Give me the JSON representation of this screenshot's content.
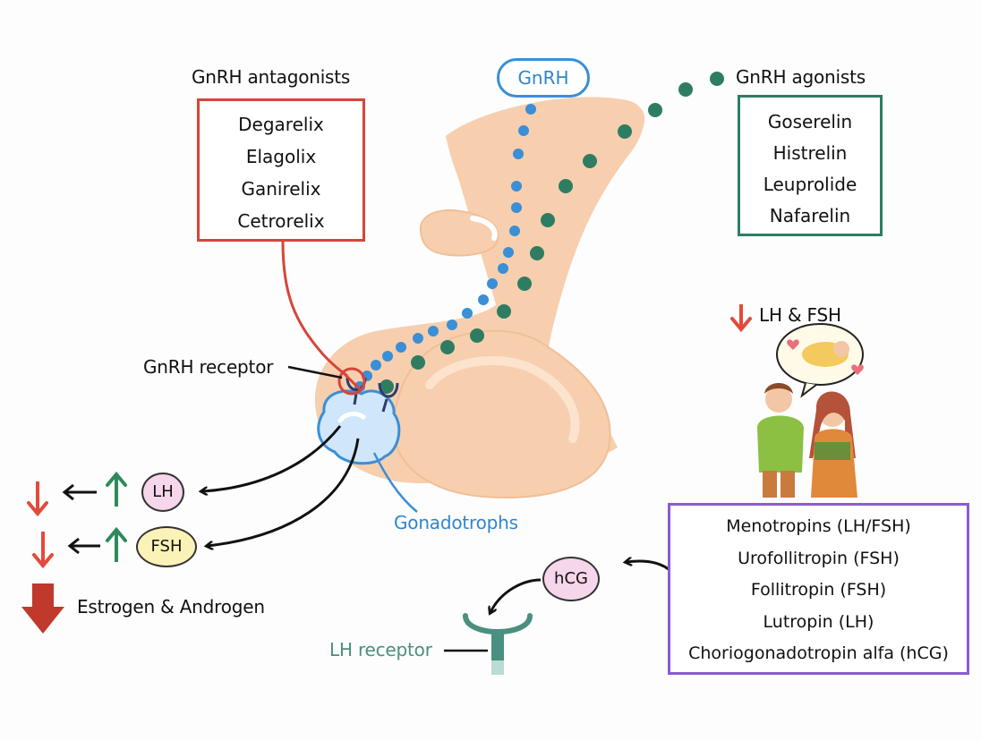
{
  "gnrh_label": "GnRH",
  "antagonists": {
    "title": "GnRH antagonists",
    "items": [
      "Degarelix",
      "Elagolix",
      "Ganirelix",
      "Cetrorelix"
    ]
  },
  "agonists": {
    "title": "GnRH agonists",
    "items": [
      "Goserelin",
      "Histrelin",
      "Leuprolide",
      "Nafarelin"
    ]
  },
  "receptor_label": "GnRH receptor",
  "gonadotrophs_label": "Gonadotrophs",
  "lh_label": "LH",
  "fsh_label": "FSH",
  "estrogen_label": "Estrogen & Androgen",
  "lh_fsh_decrease_label": "LH & FSH",
  "gonadotropins": {
    "items": [
      "Menotropins (LH/FSH)",
      "Urofollitropin (FSH)",
      "Follitropin (FSH)",
      "Lutropin (LH)",
      "Choriogonadotropin alfa (hCG)"
    ]
  },
  "hcg_label": "hCG",
  "lh_receptor_label": "LH receptor",
  "colors": {
    "antagonist_red": "#d6453a",
    "agonist_green": "#2e7d62",
    "gnrh_blue": "#3a8fd6",
    "gonadotropin_purple": "#8a5bd6",
    "pituitary_peach": "#f7cfae",
    "up_arrow_green": "#2e8a5a",
    "down_arrow_red": "#e24a3b"
  }
}
